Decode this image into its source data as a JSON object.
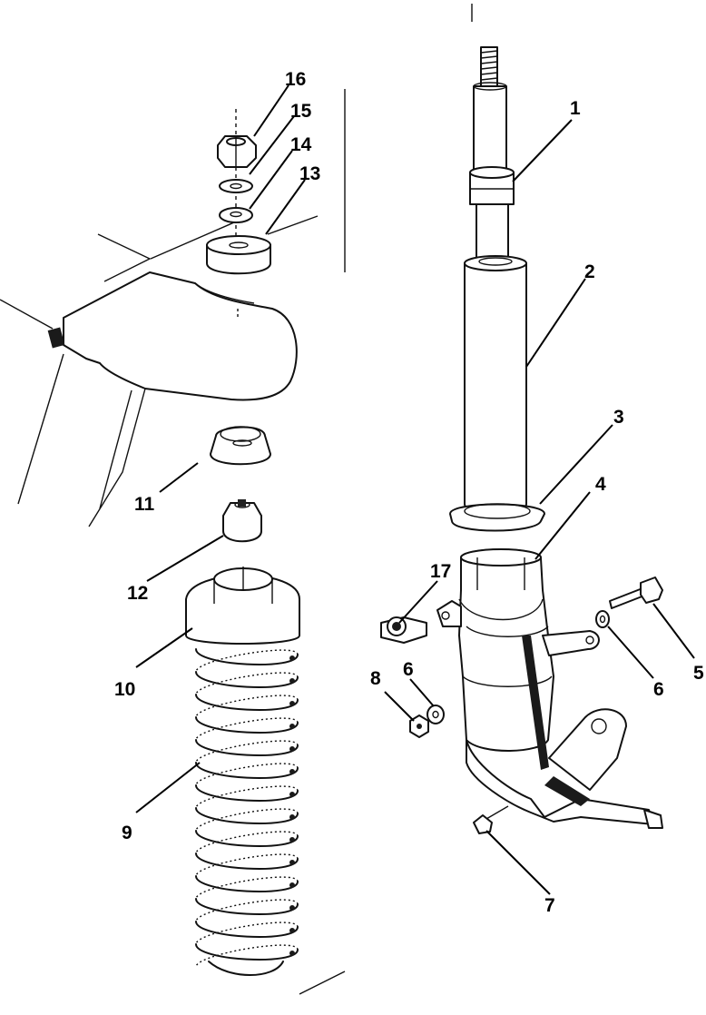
{
  "diagram": {
    "callouts": [
      {
        "id": "1",
        "label": "1"
      },
      {
        "id": "2",
        "label": "2"
      },
      {
        "id": "3",
        "label": "3"
      },
      {
        "id": "4",
        "label": "4"
      },
      {
        "id": "5",
        "label": "5"
      },
      {
        "id": "6a",
        "label": "6"
      },
      {
        "id": "6b",
        "label": "6"
      },
      {
        "id": "7",
        "label": "7"
      },
      {
        "id": "8",
        "label": "8"
      },
      {
        "id": "9",
        "label": "9"
      },
      {
        "id": "10",
        "label": "10"
      },
      {
        "id": "11",
        "label": "11"
      },
      {
        "id": "12",
        "label": "12"
      },
      {
        "id": "13",
        "label": "13"
      },
      {
        "id": "14",
        "label": "14"
      },
      {
        "id": "15",
        "label": "15"
      },
      {
        "id": "16",
        "label": "16"
      },
      {
        "id": "17",
        "label": "17"
      }
    ]
  }
}
